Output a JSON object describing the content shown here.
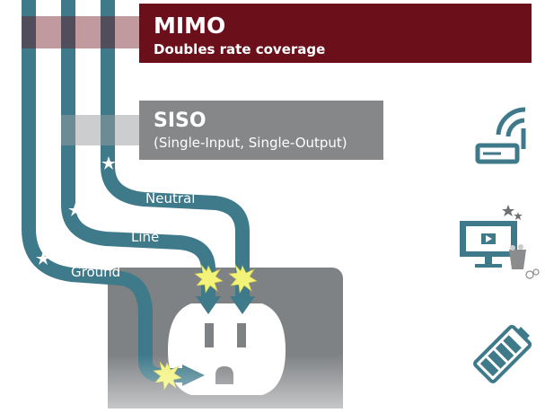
{
  "banners": {
    "mimo": {
      "title": "MIMO",
      "subtitle": "Doubles rate coverage",
      "color": "#6b0f1a"
    },
    "siso": {
      "title": "SISO",
      "subtitle": "(Single-Input, Single-Output)",
      "color": "#858789"
    }
  },
  "wires": {
    "neutral": "Neutral",
    "line": "Line",
    "ground": "Ground",
    "color": "#3f7a8a"
  },
  "icons": [
    "router-icon",
    "streaming-tv-icon",
    "battery-icon"
  ],
  "colors": {
    "outlet": "#7f8285",
    "spark": "#f3f37a"
  }
}
